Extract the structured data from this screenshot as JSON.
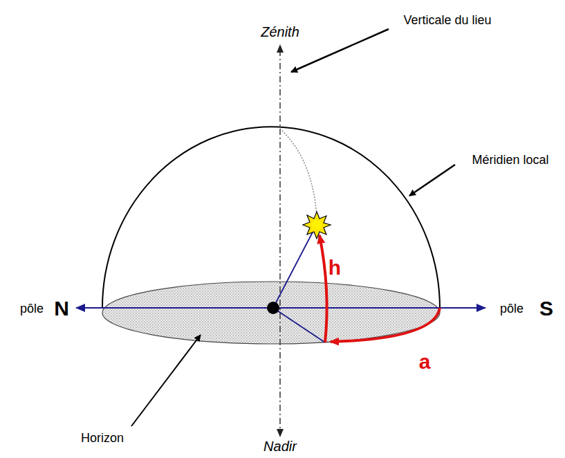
{
  "diagram": {
    "labels": [
      "Zénith",
      "Verticale du lieu",
      "Méridien local",
      "pôle",
      "N",
      "pôle",
      "S",
      "h",
      "a",
      "Horizon",
      "Nadir"
    ]
  }
}
